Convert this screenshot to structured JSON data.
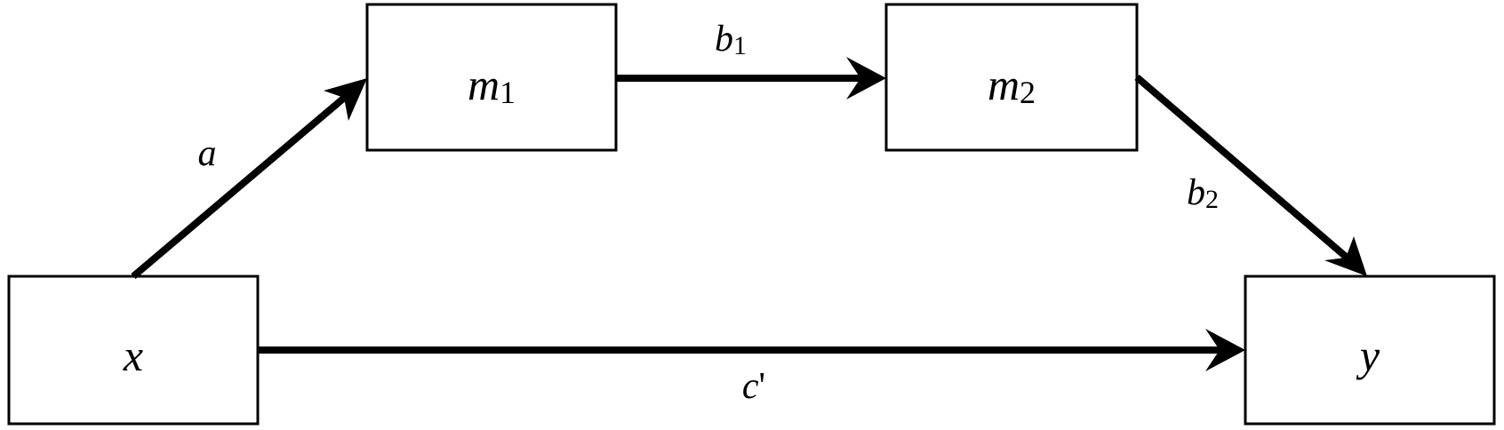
{
  "nodes": {
    "x": {
      "label": "x"
    },
    "m1": {
      "label": "m",
      "sub": "1"
    },
    "m2": {
      "label": "m",
      "sub": "2"
    },
    "y": {
      "label": "y"
    }
  },
  "paths": {
    "a": {
      "label": "a"
    },
    "b1": {
      "label": "b",
      "sub": "1"
    },
    "b2": {
      "label": "b",
      "sub": "2"
    },
    "c": {
      "label": "c",
      "prime": "'"
    }
  }
}
